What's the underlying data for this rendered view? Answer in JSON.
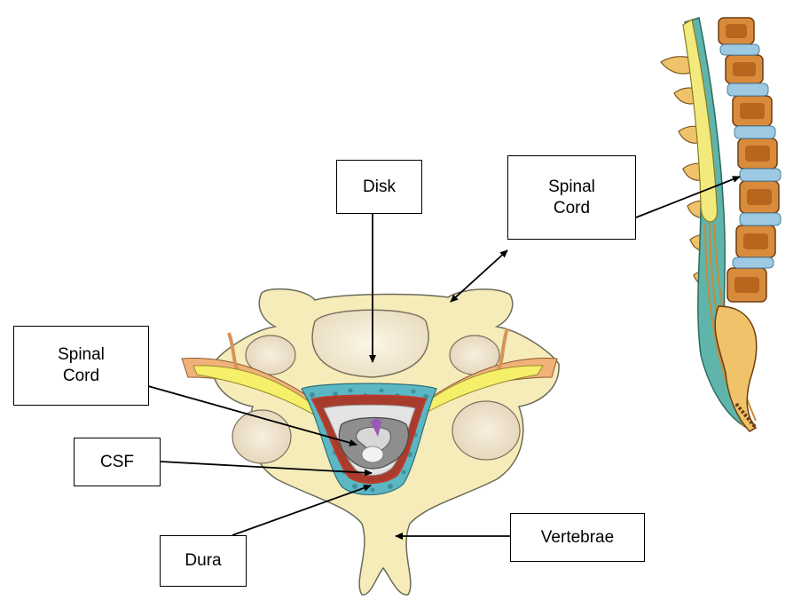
{
  "labels": {
    "disk": "Disk",
    "spinal_cord_right": "Spinal\nCord",
    "spinal_cord_left": "Spinal\nCord",
    "csf": "CSF",
    "dura": "Dura",
    "vertebrae": "Vertebrae"
  },
  "colors": {
    "bone": "#f6ecb9",
    "bone_outline": "#555555",
    "disk": "#f6eecf",
    "nerve_yellow": "#f5ef6a",
    "nerve_orange": "#f1b27a",
    "cord_gray": "#8e8e8e",
    "csf_teal": "#5bb7c4",
    "dura_red": "#c0392b",
    "vertebra_orange": "#d98b3c",
    "disc_blue": "#9ec9e3"
  }
}
